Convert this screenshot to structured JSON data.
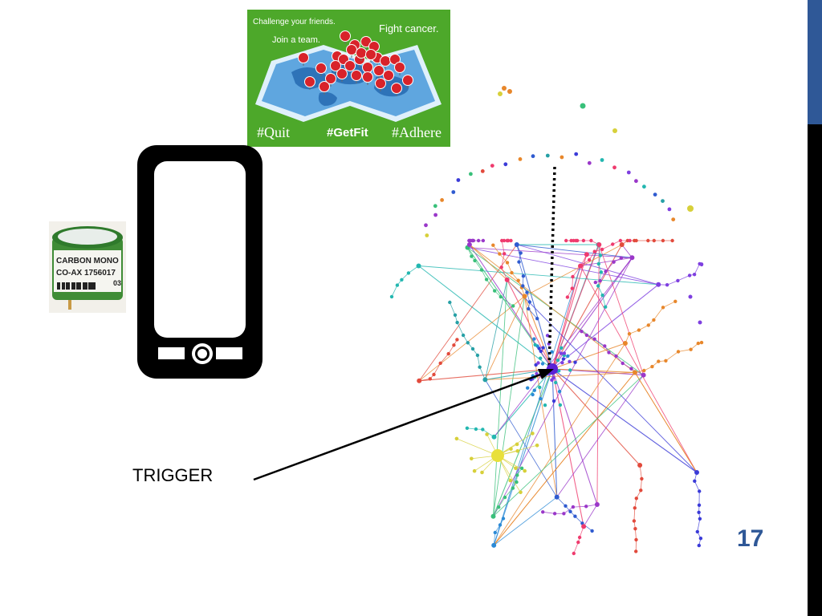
{
  "colors": {
    "accent_blue": "#2f5897",
    "banner_green": "#4da82a",
    "map_blue": "#5fa6df",
    "trigger_dot": "#5a22d6"
  },
  "banner": {
    "challenge_text": "Challenge your friends.",
    "join_text": "Join a team.",
    "fight_text": "Fight cancer.",
    "hashtag_quit": "#Quit",
    "hashtag_getfit": "#GetFit",
    "hashtag_adhere": "#Adhere"
  },
  "sensor": {
    "label_line1": "CARBON MONO",
    "label_line2": "CO-AX 1756017",
    "label_line3": "03"
  },
  "icons": {
    "phone": "smartphone-icon",
    "sensor": "carbon-monoxide-sensor-icon",
    "network": "social-network-graph-icon"
  },
  "trigger": {
    "label": "TRIGGER"
  },
  "slide": {
    "number": "17"
  }
}
